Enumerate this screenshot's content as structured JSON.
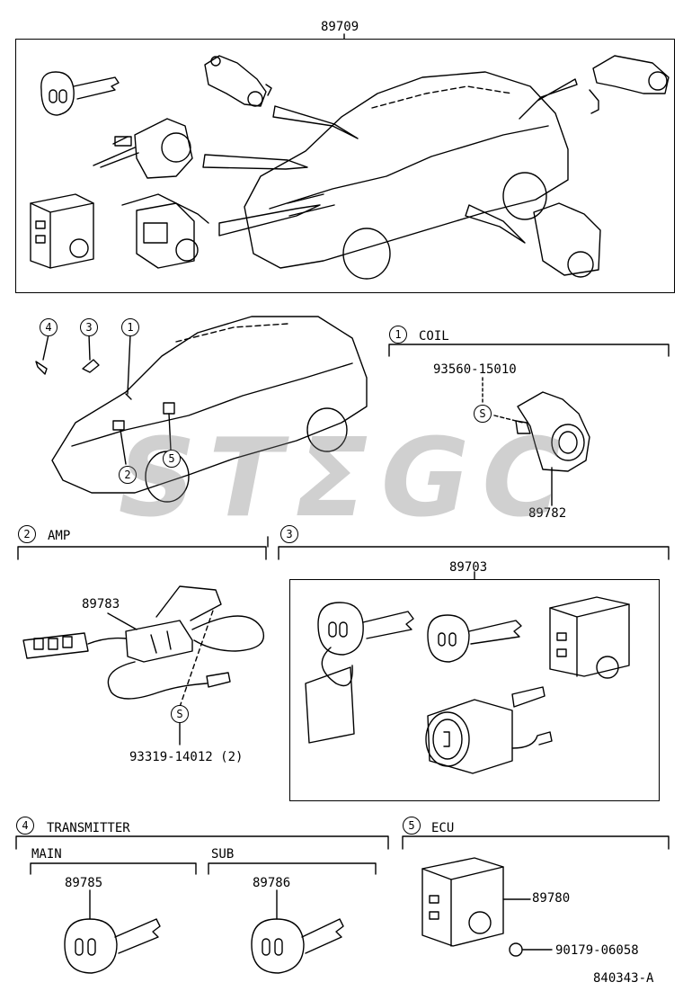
{
  "top_group": {
    "part": "89709"
  },
  "locator_markers": [
    "4",
    "3",
    "1",
    "2",
    "5"
  ],
  "sections": {
    "coil": {
      "num": "1",
      "title": "COIL",
      "parts": [
        "93560-15010",
        "89782"
      ],
      "s_mark": "S"
    },
    "amp": {
      "num": "2",
      "title": "AMP",
      "parts": [
        "89783",
        "93319-14012 (2)"
      ],
      "s_mark": "S"
    },
    "lock_set": {
      "num": "3",
      "parts": [
        "89703"
      ]
    },
    "transmitter": {
      "num": "4",
      "title": "TRANSMITTER",
      "main": {
        "title": "MAIN",
        "part": "89785"
      },
      "sub": {
        "title": "SUB",
        "part": "89786"
      }
    },
    "ecu": {
      "num": "5",
      "title": "ECU",
      "parts": [
        "89780",
        "90179-06058"
      ]
    }
  },
  "diagram_code": "840343-A",
  "watermark": "STƩGC"
}
